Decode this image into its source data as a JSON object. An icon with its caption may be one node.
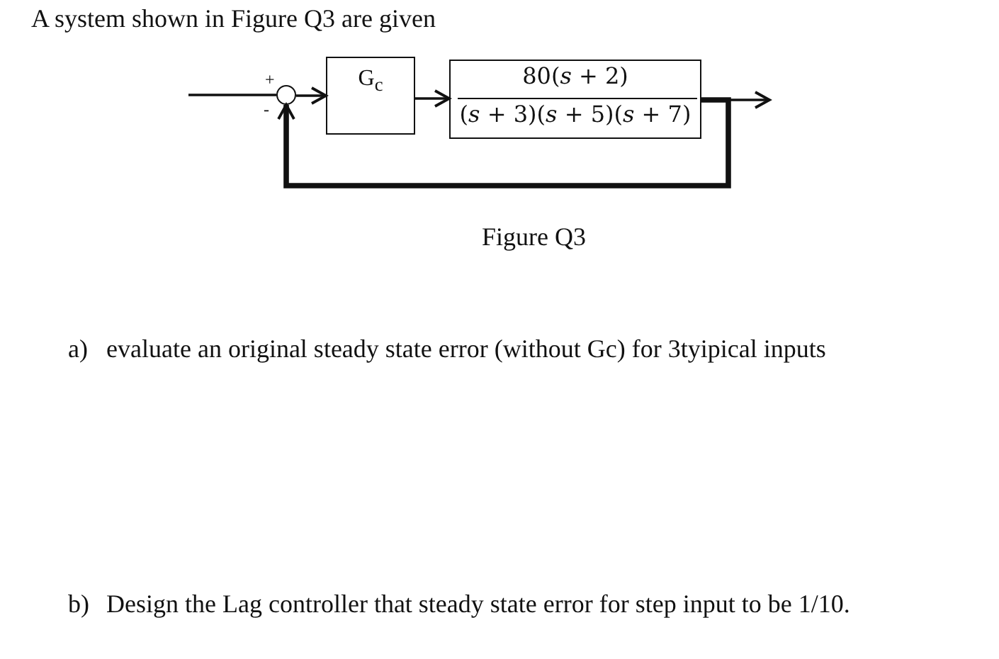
{
  "diagram": {
    "caption": "Figure Q3",
    "nodes": [
      {
        "text": [],
        "shape": "circle"
      },
      {
        "text": [
          "G$_{c}$"
        ]
      },
      {
        "text": [
          "80(*s* + 2)",
          "(*s* + 3)(*s* + 5)(*s* + 7)"
        ]
      }
    ],
    "edges": [
      {
        "from": null,
        "to": 0,
        "arrow": "none"
      },
      {
        "from": 0,
        "to": 1,
        "arrow": "to"
      },
      {
        "from": 1,
        "to": 2,
        "arrow": "to"
      },
      {
        "from": 2,
        "to": null,
        "arrow": "to"
      },
      {
        "from": 2,
        "to": 0,
        "arrow": "to",
        "style": "thick"
      }
    ],
    "labels": [
      "A system shown in Figure Q3 are given",
      "+",
      "-",
      "a)",
      "evaluate an original steady state error (without Gc) for 3tyipical inputs",
      "b)",
      "Design the Lag controller that steady state error for step input to be 1/10."
    ]
  }
}
